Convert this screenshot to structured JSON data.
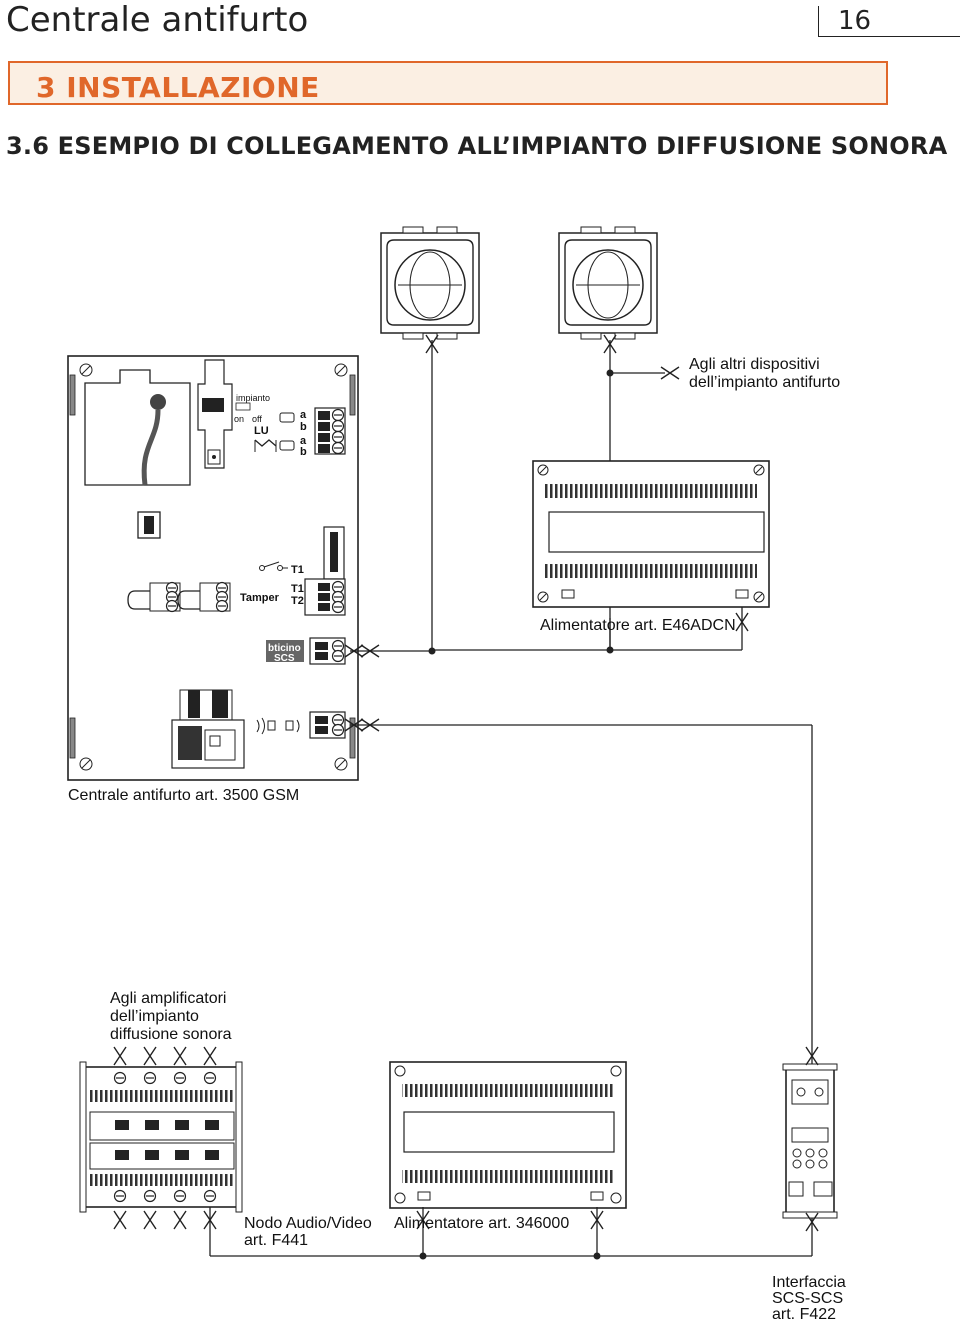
{
  "header": {
    "doc_title": "Centrale antifurto",
    "page_number": "16"
  },
  "section": {
    "title": "3  INSTALLAZIONE"
  },
  "subsection": {
    "title": "3.6  ESEMPIO DI COLLEGAMENTO ALL’IMPIANTO DIFFUSIONE SONORA"
  },
  "labels": {
    "other_devices_1": "Agli altri dispositivi",
    "other_devices_2": "dell’impianto antifurto",
    "power_supply_1": "Alimentatore art. E46ADCN",
    "central_unit": "Centrale antifurto art. 3500 GSM",
    "amplifiers_1": "Agli amplificatori",
    "amplifiers_2": "dell’impianto",
    "amplifiers_3": "diffusione sonora",
    "node_1": "Nodo Audio/Video",
    "node_2": "art. F441",
    "power_supply_2": "Alimentatore art. 346000",
    "interface_1": "Interfaccia",
    "interface_2": "SCS-SCS",
    "interface_3": "art. F422"
  },
  "panel_text": {
    "impianto": "impianto",
    "on": "on",
    "off": "off",
    "lu": "LU",
    "a1": "a",
    "b1": "b",
    "a2": "a",
    "b2": "b",
    "t1_top": "T1",
    "tamper": "Tamper",
    "t1": "T1",
    "t2": "T2",
    "brand": "bticino",
    "scs": "SCS"
  }
}
